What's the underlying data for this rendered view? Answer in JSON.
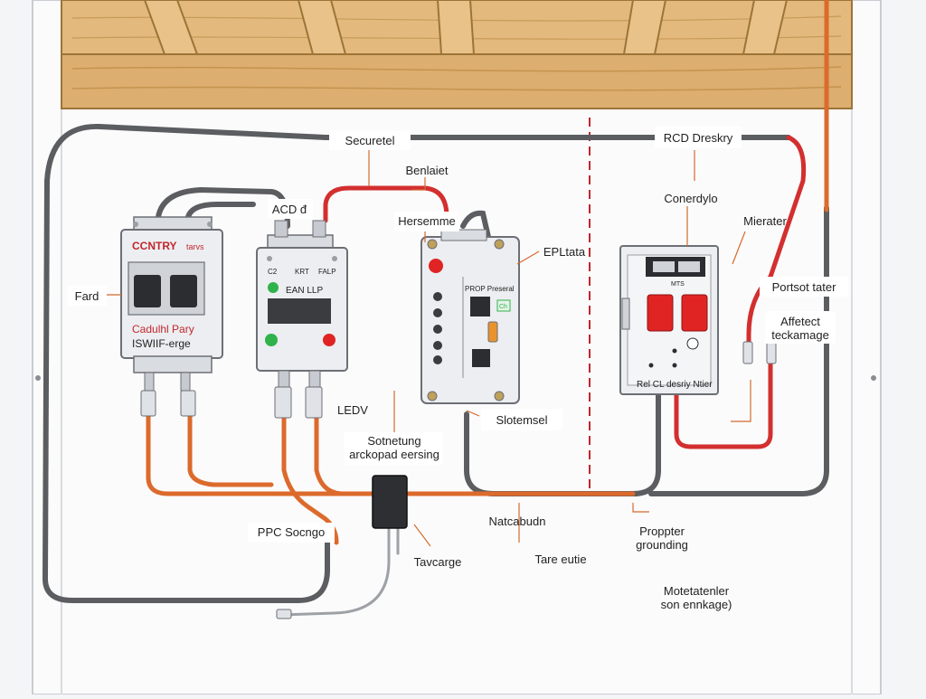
{
  "colors": {
    "wood": "#d9ab6c",
    "wood_dark": "#b88948",
    "wall": "#fafafa",
    "panel_edge": "#c9ccd2",
    "cable_grey": "#5b5d60",
    "cable_red": "#d32f2f",
    "cable_orange": "#dc6a2c",
    "device_body": "#eceef1",
    "device_edge": "#6c6f75",
    "accent_red": "#e02424",
    "accent_green": "#2fb24a"
  },
  "labels": {
    "securetel": "Securetel",
    "rcd_dreskry": "RCD Dreskry",
    "benlaiet": "Benlaiet",
    "acd": "ACD đ",
    "hersemme": "Hersemme",
    "eplata": "EPLtata",
    "conerdylo": "Conerdylo",
    "mierater": "Mierater",
    "fard": "Fard",
    "portsot_tater": "Portsot tater",
    "affetect": "Affetect",
    "teckamage": "teckamage",
    "ledv": "LEDV",
    "slotemsel": "Slotemsel",
    "sotnetung": "Sotnetung",
    "arckopad": "arckopad eersing",
    "natcabudn": "Natcabudn",
    "proppter": "Proppter",
    "grounding": "grounding",
    "ppc_socngo": "PPC Socngo",
    "tavcarge": "Tavcarge",
    "tare_eutie": "Tare eutie",
    "motetatenler": "Motetatenler",
    "son_ennkage": "son ennkage)"
  },
  "device1": {
    "brand": "CCNTRY",
    "brand_tag": "tarvs",
    "line1": "Cadulhl Pary",
    "line2": "ISWIIF-erge"
  },
  "device2": {
    "col_c": "C2",
    "col_k": "KRT",
    "col_f": "FALP",
    "line": "EAN LLP"
  },
  "device3": {
    "row_top": "PROP Preseral",
    "tag": "Ch"
  },
  "device4": {
    "caption": "Rel CL desriy Ntier",
    "subtitle": "MTS"
  }
}
